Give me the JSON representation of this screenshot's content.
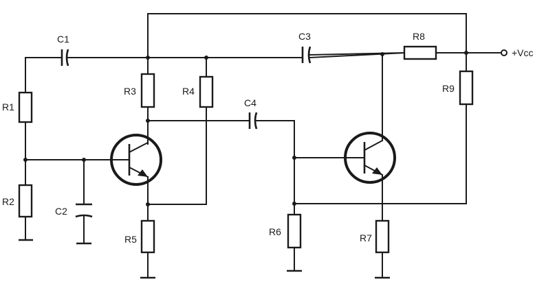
{
  "labels": {
    "c1": "C1",
    "c2": "C2",
    "c3": "C3",
    "c4": "C4",
    "r1": "R1",
    "r2": "R2",
    "r3": "R3",
    "r4": "R4",
    "r5": "R5",
    "r6": "R6",
    "r7": "R7",
    "r8": "R8",
    "r9": "R9",
    "vcc": "+Vcc"
  },
  "transistor_count": 2
}
